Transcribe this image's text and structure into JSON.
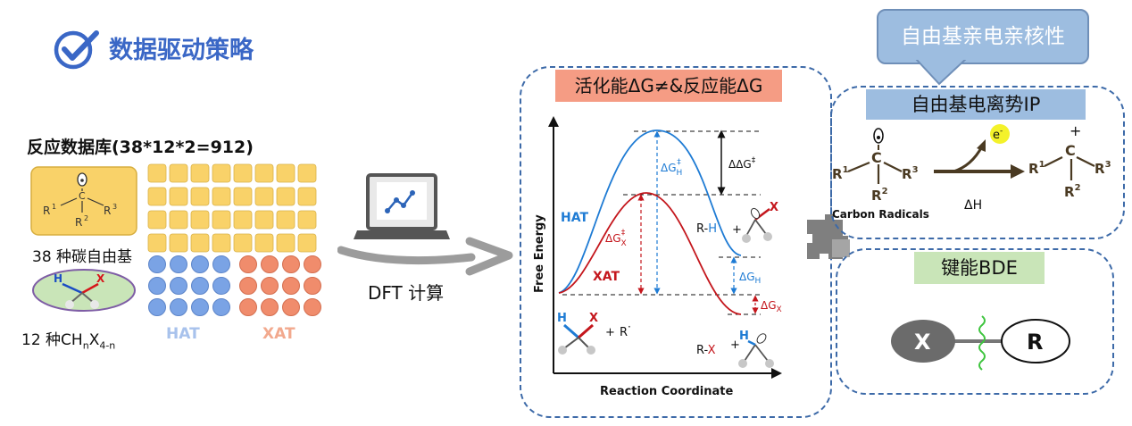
{
  "header": {
    "title": "数据驱动策略"
  },
  "database": {
    "title": "反应数据库(38*12*2=912)",
    "radical_count_label": "38 种碳自由基",
    "substrate_count_label": "12 种CH",
    "substrate_sub_n": "n",
    "substrate_X": "X",
    "substrate_sub_4n": "4-n",
    "hat_label": "HAT",
    "xat_label": "XAT",
    "colors": {
      "hat_circle": "#7aa3e5",
      "xat_circle": "#f08c6c",
      "radical_square": "#f9d269"
    }
  },
  "dft": {
    "label": "DFT 计算"
  },
  "energy_panel": {
    "title": "活化能ΔG≠&反应能ΔG",
    "y_axis": "Free Energy",
    "x_axis": "Reaction Coordinate",
    "curve_hat": "HAT",
    "curve_xat": "XAT",
    "ddg": "ΔΔG",
    "dg": "ΔG",
    "sub_h": "H",
    "sub_x": "X",
    "product_h": "R-H",
    "product_x": "R-X",
    "reactant_r": "R",
    "plus": "+",
    "colors": {
      "hat": "#1e7bd4",
      "xat": "#c4161c"
    }
  },
  "ip_panel": {
    "nucleophilicity": "自由基亲电亲核性",
    "ip_title": "自由基电离势IP",
    "radicals_label": "Carbon Radicals",
    "delta_h": "ΔH",
    "electron": "e",
    "electron_sup": "-",
    "r1": "R",
    "r2": "R",
    "r3": "R",
    "c": "C",
    "cation_sign": "+",
    "n1": "1",
    "n2": "2",
    "n3": "3"
  },
  "bde_panel": {
    "title": "键能BDE",
    "x_node": "X",
    "r_node": "R"
  }
}
